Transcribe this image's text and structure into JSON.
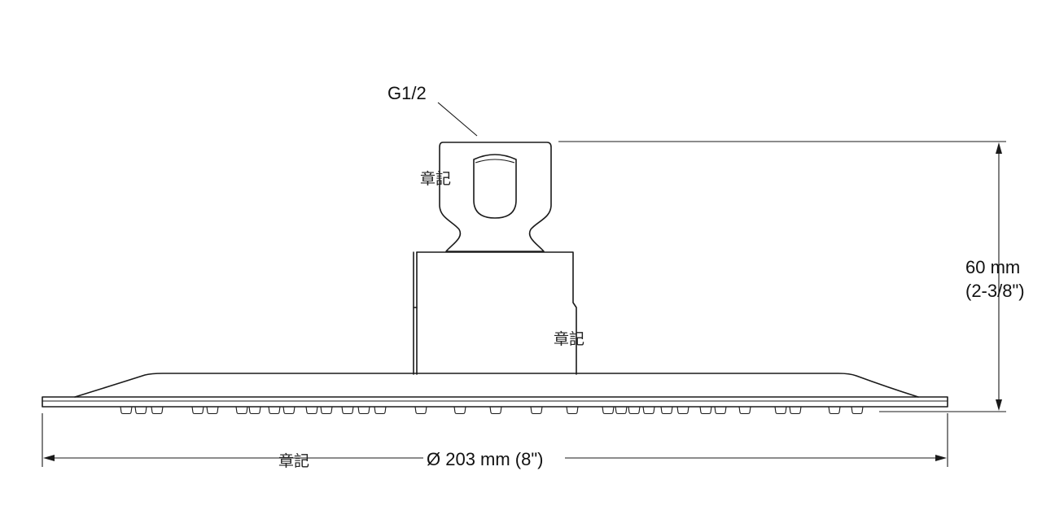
{
  "labels": {
    "thread": "G1/2",
    "height_metric": "60 mm",
    "height_imperial": "(2-3/8\")",
    "diameter": "Ø 203 mm (8\")"
  },
  "marks": [
    "章記",
    "章記",
    "章記"
  ],
  "colors": {
    "line": "#1a1a1a",
    "background": "#ffffff"
  }
}
